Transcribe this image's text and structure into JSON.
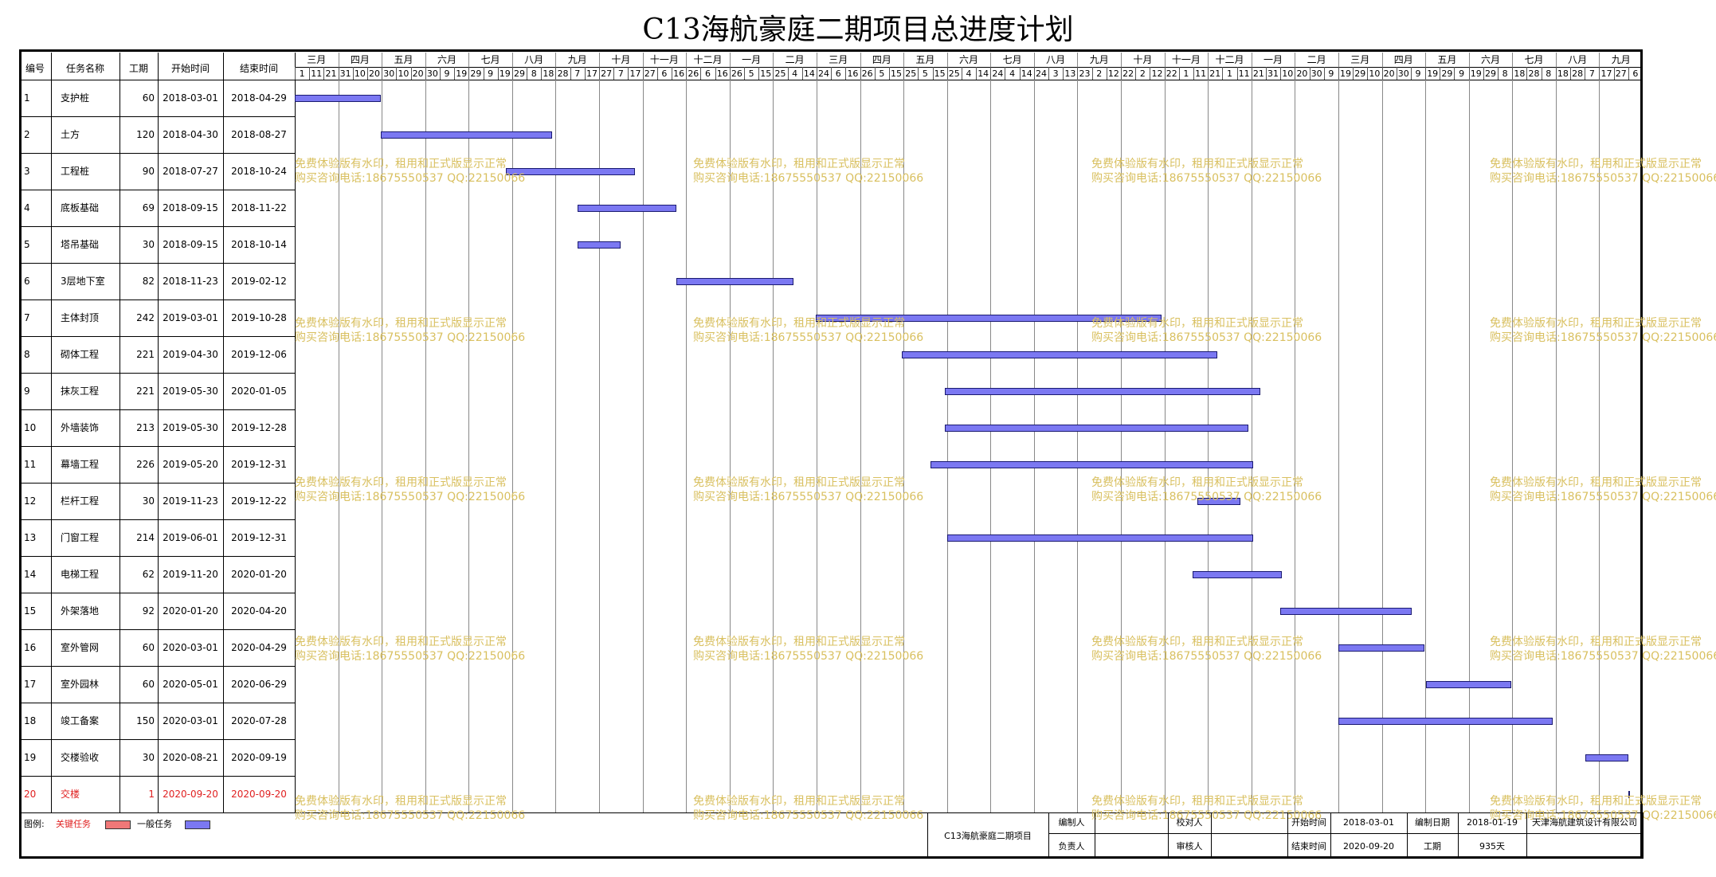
{
  "title": "C13海航豪庭二期项目总进度计划",
  "columns": [
    "编号",
    "任务名称",
    "工期",
    "开始时间",
    "结束时间"
  ],
  "months": [
    "三月",
    "四月",
    "五月",
    "六月",
    "七月",
    "八月",
    "九月",
    "十月",
    "十一月",
    "十二月",
    "一月",
    "二月",
    "三月",
    "四月",
    "五月",
    "六月",
    "七月",
    "八月",
    "九月",
    "十月",
    "十一月",
    "十二月",
    "一月",
    "二月",
    "三月",
    "四月",
    "五月",
    "六月",
    "七月",
    "八月",
    "九月"
  ],
  "days": [
    "1",
    "11",
    "21",
    "31",
    "10",
    "20",
    "30",
    "10",
    "20",
    "30",
    "9",
    "19",
    "29",
    "9",
    "19",
    "29",
    "8",
    "18",
    "28",
    "7",
    "17",
    "27",
    "7",
    "17",
    "27",
    "6",
    "16",
    "26",
    "6",
    "16",
    "26",
    "5",
    "15",
    "25",
    "4",
    "14",
    "24",
    "6",
    "16",
    "26",
    "5",
    "15",
    "25",
    "5",
    "15",
    "25",
    "4",
    "14",
    "24",
    "4",
    "14",
    "24",
    "3",
    "13",
    "23",
    "2",
    "12",
    "22",
    "2",
    "12",
    "22",
    "1",
    "11",
    "21",
    "1",
    "11",
    "21",
    "31",
    "10",
    "20",
    "30",
    "9",
    "19",
    "29",
    "10",
    "20",
    "30",
    "9",
    "19",
    "29",
    "9",
    "19",
    "29",
    "8",
    "18",
    "28",
    "8",
    "18",
    "28",
    "7",
    "17",
    "27",
    "6"
  ],
  "tasks": [
    {
      "id": "1",
      "name": "支护桩",
      "dur": "60",
      "start": "2018-03-01",
      "end": "2018-04-29",
      "critical": false
    },
    {
      "id": "2",
      "name": "土方",
      "dur": "120",
      "start": "2018-04-30",
      "end": "2018-08-27",
      "critical": false
    },
    {
      "id": "3",
      "name": "工程桩",
      "dur": "90",
      "start": "2018-07-27",
      "end": "2018-10-24",
      "critical": false
    },
    {
      "id": "4",
      "name": "底板基础",
      "dur": "69",
      "start": "2018-09-15",
      "end": "2018-11-22",
      "critical": false
    },
    {
      "id": "5",
      "name": "塔吊基础",
      "dur": "30",
      "start": "2018-09-15",
      "end": "2018-10-14",
      "critical": false
    },
    {
      "id": "6",
      "name": "3层地下室",
      "dur": "82",
      "start": "2018-11-23",
      "end": "2019-02-12",
      "critical": false
    },
    {
      "id": "7",
      "name": "主体封顶",
      "dur": "242",
      "start": "2019-03-01",
      "end": "2019-10-28",
      "critical": false
    },
    {
      "id": "8",
      "name": "砌体工程",
      "dur": "221",
      "start": "2019-04-30",
      "end": "2019-12-06",
      "critical": false
    },
    {
      "id": "9",
      "name": "抹灰工程",
      "dur": "221",
      "start": "2019-05-30",
      "end": "2020-01-05",
      "critical": false
    },
    {
      "id": "10",
      "name": "外墙装饰",
      "dur": "213",
      "start": "2019-05-30",
      "end": "2019-12-28",
      "critical": false
    },
    {
      "id": "11",
      "name": "幕墙工程",
      "dur": "226",
      "start": "2019-05-20",
      "end": "2019-12-31",
      "critical": false
    },
    {
      "id": "12",
      "name": "栏杆工程",
      "dur": "30",
      "start": "2019-11-23",
      "end": "2019-12-22",
      "critical": false
    },
    {
      "id": "13",
      "name": "门窗工程",
      "dur": "214",
      "start": "2019-06-01",
      "end": "2019-12-31",
      "critical": false
    },
    {
      "id": "14",
      "name": "电梯工程",
      "dur": "62",
      "start": "2019-11-20",
      "end": "2020-01-20",
      "critical": false
    },
    {
      "id": "15",
      "name": "外架落地",
      "dur": "92",
      "start": "2020-01-20",
      "end": "2020-04-20",
      "critical": false
    },
    {
      "id": "16",
      "name": "室外管网",
      "dur": "60",
      "start": "2020-03-01",
      "end": "2020-04-29",
      "critical": false
    },
    {
      "id": "17",
      "name": "室外园林",
      "dur": "60",
      "start": "2020-05-01",
      "end": "2020-06-29",
      "critical": false
    },
    {
      "id": "18",
      "name": "竣工备案",
      "dur": "150",
      "start": "2020-03-01",
      "end": "2020-07-28",
      "critical": false
    },
    {
      "id": "19",
      "name": "交楼验收",
      "dur": "30",
      "start": "2020-08-21",
      "end": "2020-09-19",
      "critical": false
    },
    {
      "id": "20",
      "name": "交楼",
      "dur": "1",
      "start": "2020-09-20",
      "end": "2020-09-20",
      "critical": true
    }
  ],
  "watermark": {
    "line1": "免费体验版有水印，租用和正式版显示正常",
    "line2": "购买咨询电话:18675550537 QQ:22150066"
  },
  "legend": {
    "label": "图例:",
    "critical": "关键任务",
    "normal": "一般任务"
  },
  "footer": {
    "project": "C13海航豪庭二期项目",
    "editor_label": "编制人",
    "owner_label": "负责人",
    "checker_label": "校对人",
    "reviewer_label": "审核人",
    "start_label": "开始时间",
    "start_value": "2018-03-01",
    "end_label": "结束时间",
    "end_value": "2020-09-20",
    "date_label": "编制日期",
    "date_value": "2018-01-19",
    "dur_label": "工期",
    "dur_value": "935天",
    "company": "天津海航建筑设计有限公司"
  },
  "colors": {
    "normal_bar": "#7b78f2",
    "critical_bar": "#f07878",
    "critical_text": "#e02020",
    "watermark": "#d9c060"
  }
}
